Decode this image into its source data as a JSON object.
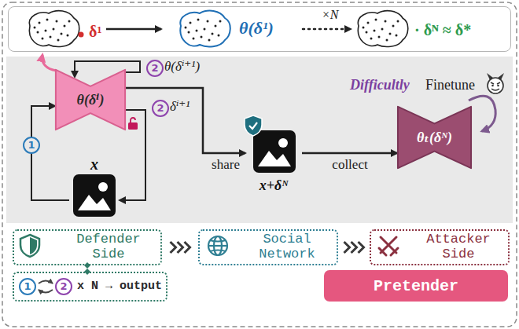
{
  "diagram": {
    "nodes": [
      {
        "text": [
          "δ¹",
          "θ(δ¹)",
          "×N",
          "· δᴺ ≈ δ*"
        ]
      },
      {
        "text": [
          "θ(δⁱ)"
        ]
      },
      {
        "text": [
          "x"
        ]
      },
      {
        "text": [
          "x+δᴺ"
        ]
      },
      {
        "text": [
          "θₜ(δᴺ)"
        ]
      },
      {
        "text": [
          "Defender Side"
        ]
      },
      {
        "text": [
          "Social Network"
        ]
      },
      {
        "text": [
          "Attacker Side"
        ]
      },
      {
        "text": [
          "1",
          "2",
          "x N → output"
        ]
      },
      {
        "text": [
          "Pretender"
        ]
      }
    ],
    "edges": [
      {
        "from": 2,
        "to": 1,
        "arrow": "to",
        "label": "1"
      },
      {
        "from": 1,
        "to": 2,
        "arrow": "to",
        "label": "δⁱ⁺¹"
      },
      {
        "from": 1,
        "to": 3,
        "arrow": "to",
        "label": "share"
      },
      {
        "from": 3,
        "to": 4,
        "arrow": "to",
        "label": "collect"
      },
      {
        "from": 5,
        "to": 6,
        "arrow": "to"
      },
      {
        "from": 6,
        "to": 7,
        "arrow": "to"
      },
      {
        "from": 5,
        "to": 8,
        "arrow": "none"
      }
    ],
    "labels": [
      "2",
      "θ(δⁱ⁺¹)",
      "2",
      "Difficultly",
      "Finetune"
    ]
  }
}
